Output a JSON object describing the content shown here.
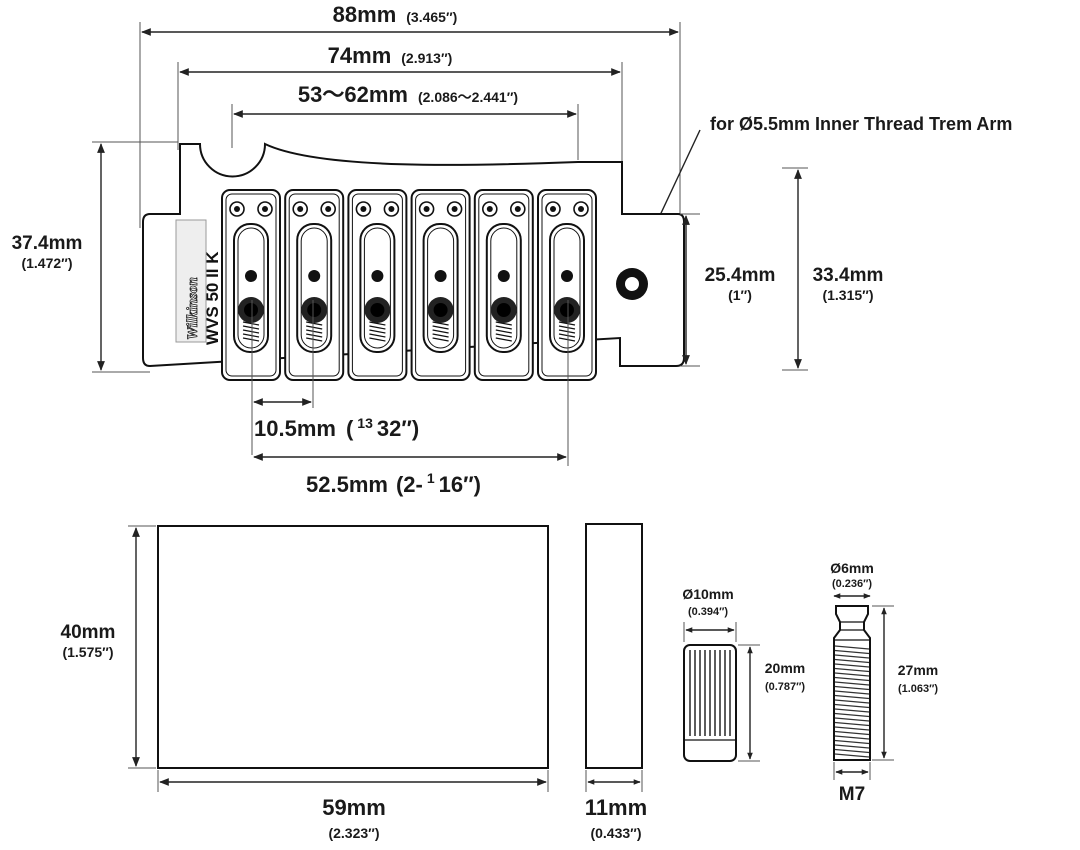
{
  "bridge": {
    "dim_overall": {
      "main": "88mm",
      "sub": "(3.465″)"
    },
    "dim_post_spacing": {
      "main": "74mm",
      "sub": "(2.913″)"
    },
    "dim_stud_range": {
      "main": "53～62mm",
      "sub": "(2.086～2.441″)"
    },
    "callout_trem_arm": "for Ø5.5mm Inner Thread Trem Arm",
    "dim_height_total": {
      "main": "37.4mm",
      "sub": "(1.472″)"
    },
    "dim_height_inner": {
      "main": "25.4mm",
      "sub": "(1″)"
    },
    "dim_height_block": {
      "main": "33.4mm",
      "sub": "(1.315″)"
    },
    "dim_saddle_width": {
      "main": "10.5mm",
      "frac_num": "13",
      "frac_den": "32″)",
      "frac_open": "("
    },
    "dim_string_spread": {
      "main": "52.5mm",
      "frac_open": "(2-",
      "frac_num": "1",
      "frac_den": "16″)"
    },
    "brand_logo": "Wilkinson",
    "model_label": "WVS 50 II K",
    "saddle_count": 6
  },
  "block": {
    "dim_height": {
      "main": "40mm",
      "sub": "(1.575″)"
    },
    "dim_width": {
      "main": "59mm",
      "sub": "(2.323″)"
    },
    "dim_depth": {
      "main": "11mm",
      "sub": "(0.433″)"
    }
  },
  "bushing": {
    "dim_diameter": {
      "main": "Ø10mm",
      "sub": "(0.394″)"
    },
    "dim_length": {
      "main": "20mm",
      "sub": "(0.787″)"
    }
  },
  "stud": {
    "dim_diameter": {
      "main": "Ø6mm",
      "sub": "(0.236″)"
    },
    "dim_length": {
      "main": "27mm",
      "sub": "(1.063″)"
    },
    "thread_label": "M7"
  }
}
